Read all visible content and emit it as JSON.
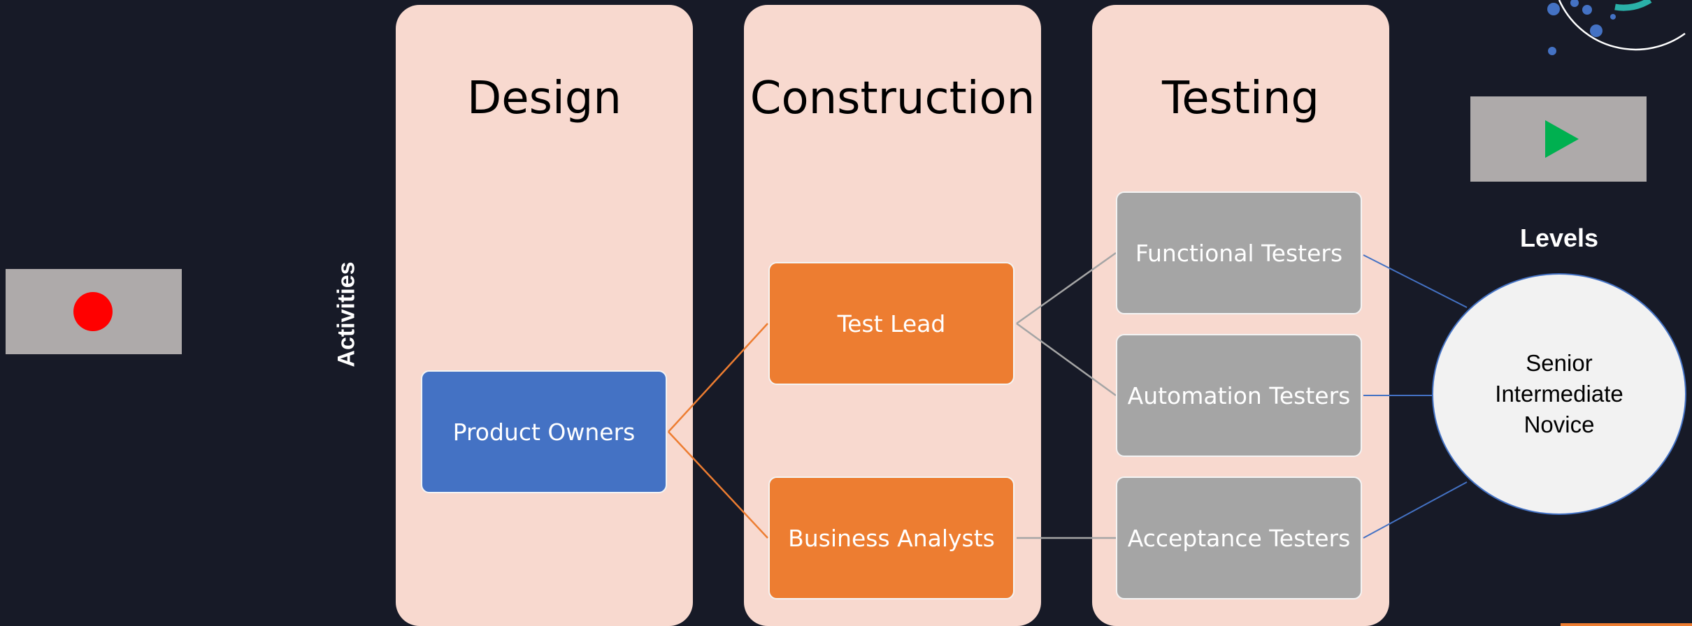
{
  "side_label": "Activities",
  "columns": [
    {
      "title": "Design"
    },
    {
      "title": "Construction"
    },
    {
      "title": "Testing"
    }
  ],
  "roles": {
    "product_owners": "Product Owners",
    "test_lead": "Test Lead",
    "business_analysts": "Business Analysts",
    "functional_testers": "Functional Testers",
    "automation_testers": "Automation Testers",
    "acceptance_testers": "Acceptance Testers"
  },
  "levels": {
    "label": "Levels",
    "items": [
      "Senior",
      "Intermediate",
      "Novice"
    ]
  },
  "colors": {
    "background": "#171a27",
    "column_fill": "#f8d9cf",
    "blue": "#4472c4",
    "orange": "#ed7d31",
    "gray": "#a5a5a5",
    "record_dot": "#ff0000",
    "play_triangle": "#00b050"
  },
  "icons": {
    "record": "record-icon",
    "play": "play-icon"
  }
}
